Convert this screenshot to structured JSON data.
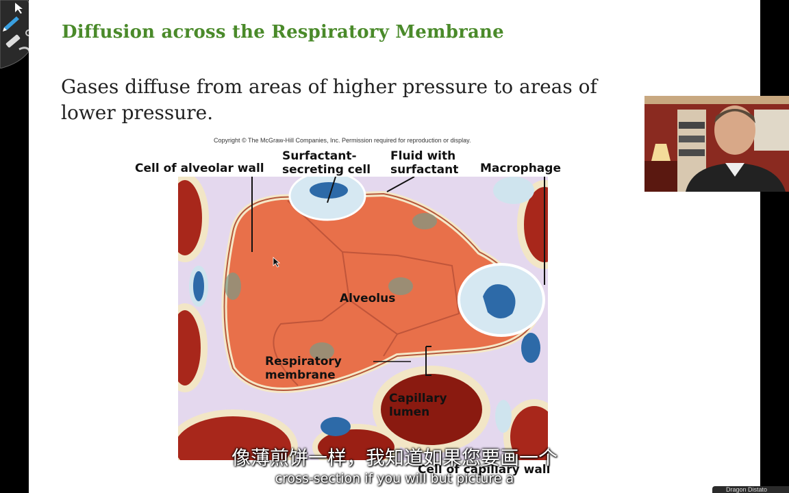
{
  "slide": {
    "title": "Diffusion across the Respiratory Membrane",
    "body": "Gases diffuse from areas of higher pressure to areas of lower pressure."
  },
  "figure": {
    "copyright": "Copyright © The McGraw-Hill Companies, Inc. Permission required for reproduction or display.",
    "labels": {
      "cell_alveolar_wall": "Cell of alveolar wall",
      "surfactant_line1": "Surfactant-",
      "surfactant_line2": "secreting cell",
      "fluid_line1": "Fluid with",
      "fluid_line2": "surfactant",
      "macrophage": "Macrophage",
      "alveolus": "Alveolus",
      "resp_line1": "Respiratory",
      "resp_line2": "membrane",
      "cap_line1": "Capillary",
      "cap_line2": "lumen",
      "cell_capillary_wall": "Cell of capillary wall"
    }
  },
  "subtitles": {
    "chinese": "像薄煎饼一样，我知道如果您要画一个",
    "english": "cross-section if you will but picture a"
  },
  "participant": {
    "name": "Dragon Distato"
  },
  "colors": {
    "title_green": "#4a8a2a",
    "alveolus_orange": "#e8704a",
    "capillary_red": "#9a1f14"
  }
}
